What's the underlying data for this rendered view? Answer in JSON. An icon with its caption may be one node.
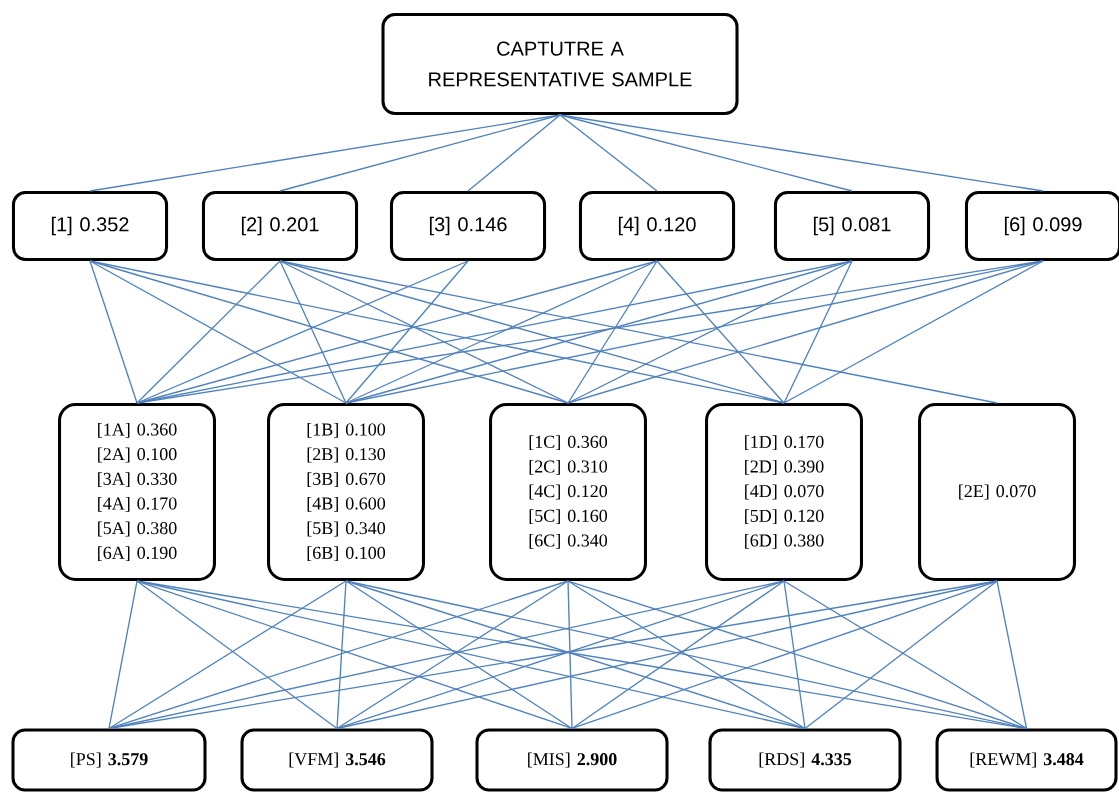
{
  "diagram": {
    "nodes": [
      {
        "text": [
          "CAPTUTRE A REPRESENTATIVE SAMPLE"
        ]
      },
      {
        "text": [
          "[1] 0.352"
        ]
      },
      {
        "text": [
          "[2] 0.201"
        ]
      },
      {
        "text": [
          "[3] 0.146"
        ]
      },
      {
        "text": [
          "[4] 0.120"
        ]
      },
      {
        "text": [
          "[5] 0.081"
        ]
      },
      {
        "text": [
          "[6] 0.099"
        ]
      },
      {
        "text": [
          "[1A] 0.360",
          "[2A] 0.100",
          "[3A] 0.330",
          "[4A] 0.170",
          "[5A] 0.380",
          "[6A] 0.190"
        ]
      },
      {
        "text": [
          "[1B] 0.100",
          "[2B] 0.130",
          "[3B] 0.670",
          "[4B] 0.600",
          "[5B] 0.340",
          "[6B] 0.100"
        ]
      },
      {
        "text": [
          "[1C] 0.360",
          "[2C] 0.310",
          "[4C] 0.120",
          "[5C] 0.160",
          "[6C] 0.340"
        ]
      },
      {
        "text": [
          "[1D] 0.170",
          "[2D] 0.390",
          "[4D] 0.070",
          "[5D] 0.120",
          "[6D] 0.380"
        ]
      },
      {
        "text": [
          "[2E] 0.070"
        ]
      },
      {
        "text": [
          "[PS] **3.579**"
        ]
      },
      {
        "text": [
          "[VFM] **3.546**"
        ]
      },
      {
        "text": [
          "[MIS] **2.900**"
        ]
      },
      {
        "text": [
          "[RDS] **4.335**"
        ]
      },
      {
        "text": [
          "[REWM] **3.484**"
        ]
      }
    ],
    "edges": [
      {
        "from": 0,
        "to": 1,
        "arrow": "none"
      },
      {
        "from": 0,
        "to": 2,
        "arrow": "none"
      },
      {
        "from": 0,
        "to": 3,
        "arrow": "none"
      },
      {
        "from": 0,
        "to": 4,
        "arrow": "none"
      },
      {
        "from": 0,
        "to": 5,
        "arrow": "none"
      },
      {
        "from": 0,
        "to": 6,
        "arrow": "none"
      },
      {
        "from": 1,
        "to": 7,
        "arrow": "none"
      },
      {
        "from": 1,
        "to": 8,
        "arrow": "none"
      },
      {
        "from": 1,
        "to": 9,
        "arrow": "none"
      },
      {
        "from": 1,
        "to": 10,
        "arrow": "none"
      },
      {
        "from": 2,
        "to": 7,
        "arrow": "none"
      },
      {
        "from": 2,
        "to": 8,
        "arrow": "none"
      },
      {
        "from": 2,
        "to": 9,
        "arrow": "none"
      },
      {
        "from": 2,
        "to": 10,
        "arrow": "none"
      },
      {
        "from": 2,
        "to": 11,
        "arrow": "none"
      },
      {
        "from": 3,
        "to": 7,
        "arrow": "none"
      },
      {
        "from": 3,
        "to": 8,
        "arrow": "none"
      },
      {
        "from": 4,
        "to": 7,
        "arrow": "none"
      },
      {
        "from": 4,
        "to": 8,
        "arrow": "none"
      },
      {
        "from": 4,
        "to": 9,
        "arrow": "none"
      },
      {
        "from": 4,
        "to": 10,
        "arrow": "none"
      },
      {
        "from": 5,
        "to": 7,
        "arrow": "none"
      },
      {
        "from": 5,
        "to": 8,
        "arrow": "none"
      },
      {
        "from": 5,
        "to": 9,
        "arrow": "none"
      },
      {
        "from": 5,
        "to": 10,
        "arrow": "none"
      },
      {
        "from": 6,
        "to": 7,
        "arrow": "none"
      },
      {
        "from": 6,
        "to": 8,
        "arrow": "none"
      },
      {
        "from": 6,
        "to": 9,
        "arrow": "none"
      },
      {
        "from": 6,
        "to": 10,
        "arrow": "none"
      },
      {
        "from": 7,
        "to": 12,
        "arrow": "none"
      },
      {
        "from": 7,
        "to": 13,
        "arrow": "none"
      },
      {
        "from": 7,
        "to": 14,
        "arrow": "none"
      },
      {
        "from": 7,
        "to": 15,
        "arrow": "none"
      },
      {
        "from": 7,
        "to": 16,
        "arrow": "none"
      },
      {
        "from": 8,
        "to": 12,
        "arrow": "none"
      },
      {
        "from": 8,
        "to": 13,
        "arrow": "none"
      },
      {
        "from": 8,
        "to": 14,
        "arrow": "none"
      },
      {
        "from": 8,
        "to": 15,
        "arrow": "none"
      },
      {
        "from": 8,
        "to": 16,
        "arrow": "none"
      },
      {
        "from": 9,
        "to": 12,
        "arrow": "none"
      },
      {
        "from": 9,
        "to": 13,
        "arrow": "none"
      },
      {
        "from": 9,
        "to": 14,
        "arrow": "none"
      },
      {
        "from": 9,
        "to": 15,
        "arrow": "none"
      },
      {
        "from": 9,
        "to": 16,
        "arrow": "none"
      },
      {
        "from": 10,
        "to": 12,
        "arrow": "none"
      },
      {
        "from": 10,
        "to": 13,
        "arrow": "none"
      },
      {
        "from": 10,
        "to": 14,
        "arrow": "none"
      },
      {
        "from": 10,
        "to": 15,
        "arrow": "none"
      },
      {
        "from": 10,
        "to": 16,
        "arrow": "none"
      },
      {
        "from": 11,
        "to": 12,
        "arrow": "none"
      },
      {
        "from": 11,
        "to": 13,
        "arrow": "none"
      },
      {
        "from": 11,
        "to": 14,
        "arrow": "none"
      },
      {
        "from": 11,
        "to": 15,
        "arrow": "none"
      },
      {
        "from": 11,
        "to": 16,
        "arrow": "none"
      }
    ]
  }
}
